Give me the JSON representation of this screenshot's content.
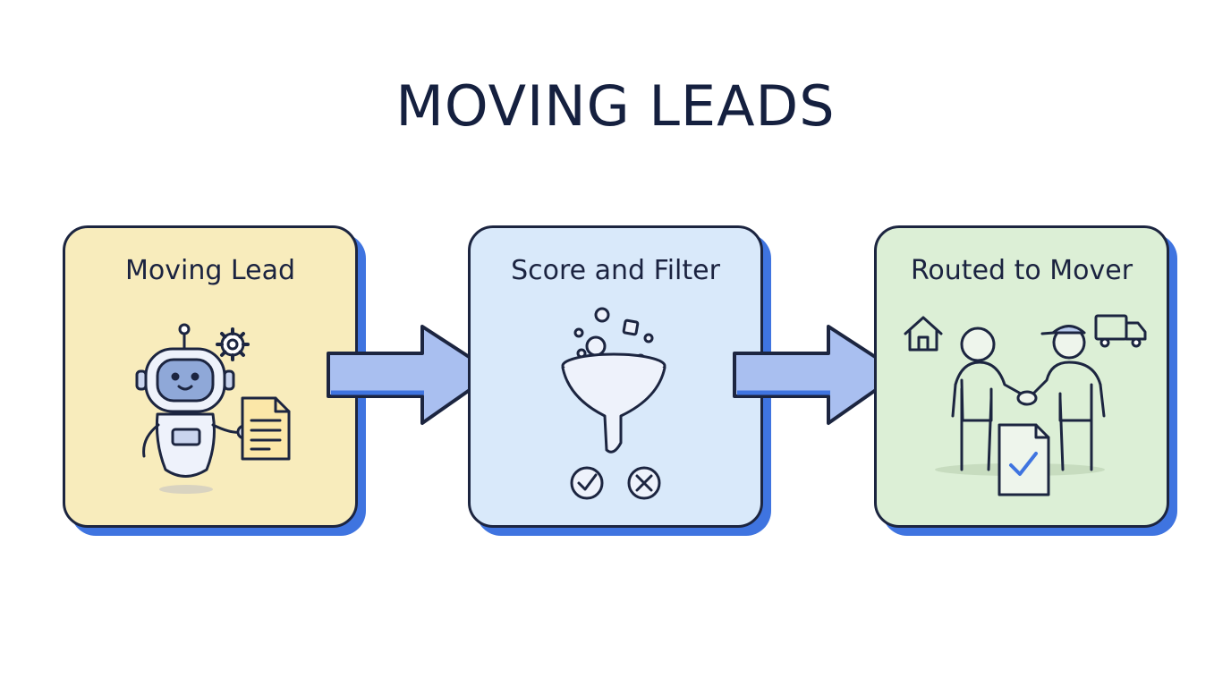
{
  "title": "MOVING LEADS",
  "steps": [
    {
      "label": "Moving Lead",
      "icon": "robot-with-document-icon"
    },
    {
      "label": "Score and Filter",
      "icon": "funnel-icon"
    },
    {
      "label": "Routed to Mover",
      "icon": "handshake-icon"
    }
  ],
  "colors": {
    "step1_bg": "#f8ecbc",
    "step2_bg": "#d9e9fa",
    "step3_bg": "#dcefd6",
    "accent": "#3f74e0",
    "outline": "#1c2540",
    "arrow_fill": "#a9bff0"
  }
}
